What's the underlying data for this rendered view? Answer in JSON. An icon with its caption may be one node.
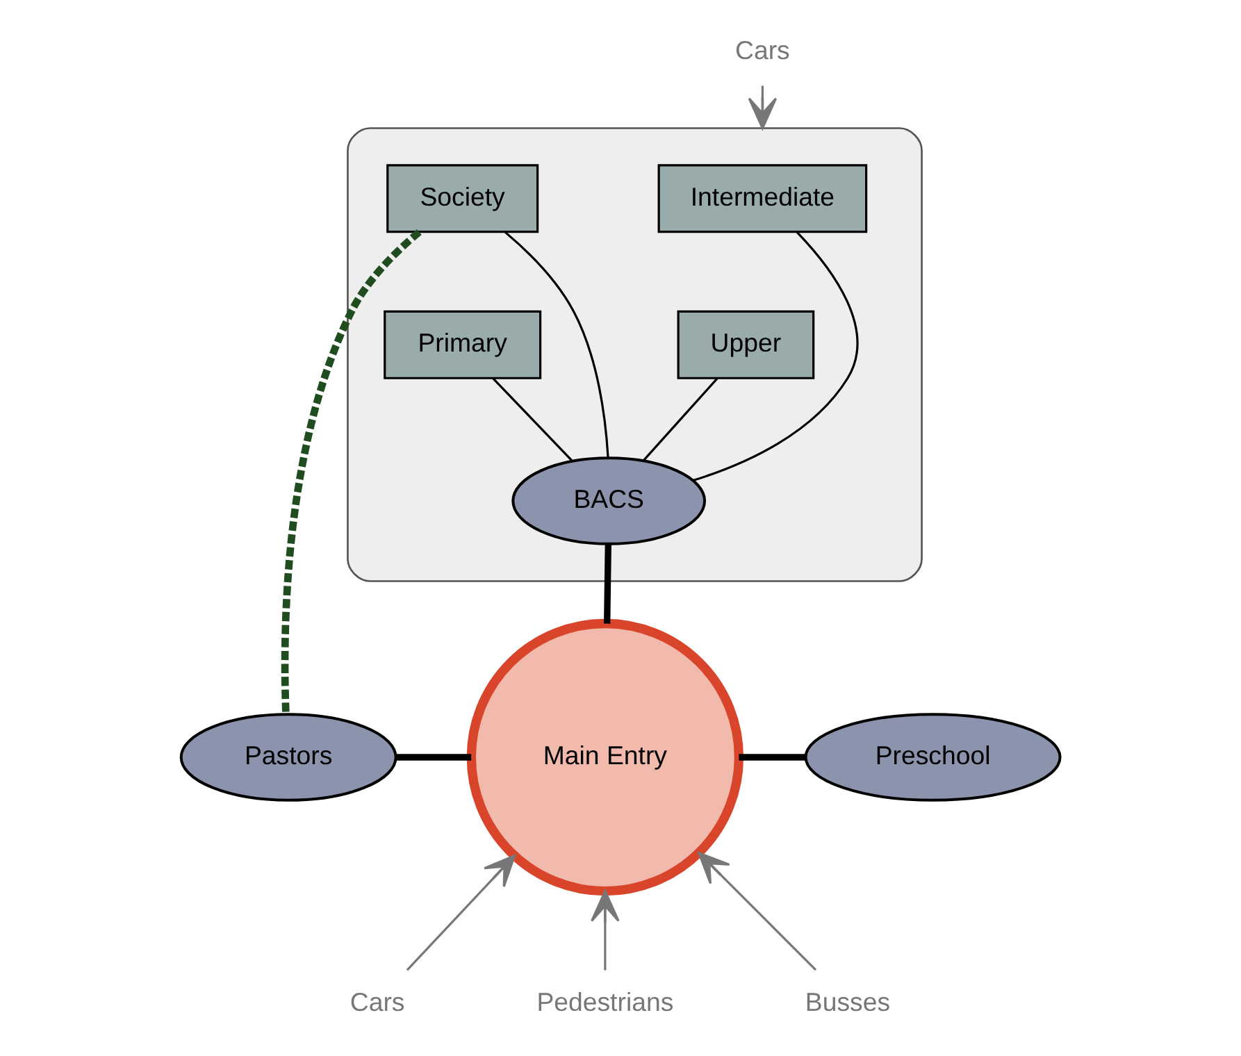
{
  "diagram": {
    "nodes": [
      {
        "text": [],
        "shape": "ellipse"
      },
      {
        "text": [
          "Intermediate"
        ],
        "in": 0
      },
      {
        "text": [
          "Upper"
        ],
        "in": 0
      },
      {
        "text": [
          "Society"
        ],
        "in": 0
      },
      {
        "text": [
          "Primary"
        ],
        "in": 0
      },
      {
        "text": [
          "BACS"
        ],
        "in": 0
      },
      {
        "text": [
          "Pastors"
        ]
      },
      {
        "text": [
          "Main Entry"
        ]
      },
      {
        "text": [
          "Preschool"
        ]
      },
      {
        "text": [
          "Cars"
        ]
      },
      {
        "text": [
          "Cars"
        ]
      },
      {
        "text": [
          "Pedestrians"
        ]
      },
      {
        "text": [
          "Busses"
        ]
      }
    ],
    "edges": [
      {
        "from": 3,
        "to": 5,
        "arrow": "none"
      },
      {
        "from": 1,
        "to": 5,
        "arrow": "none"
      },
      {
        "from": 2,
        "to": 5,
        "arrow": "none"
      },
      {
        "from": 4,
        "to": 5,
        "arrow": "none"
      },
      {
        "from": 5,
        "to": 7,
        "arrow": "none",
        "style": "thick"
      },
      {
        "from": 6,
        "to": 7,
        "arrow": "none",
        "style": "thick"
      },
      {
        "from": 7,
        "to": 8,
        "arrow": "none",
        "style": "thick"
      },
      {
        "from": 3,
        "to": 6,
        "arrow": "none",
        "style": "dashed",
        "color": "#1f4d1f"
      },
      {
        "from": 9,
        "to": 0,
        "arrow": "to",
        "color": "#777777"
      },
      {
        "from": 10,
        "to": 7,
        "arrow": "to",
        "color": "#777777"
      },
      {
        "from": 11,
        "to": 7,
        "arrow": "to",
        "color": "#777777"
      },
      {
        "from": 12,
        "to": 7,
        "arrow": "to",
        "color": "#777777"
      }
    ]
  }
}
